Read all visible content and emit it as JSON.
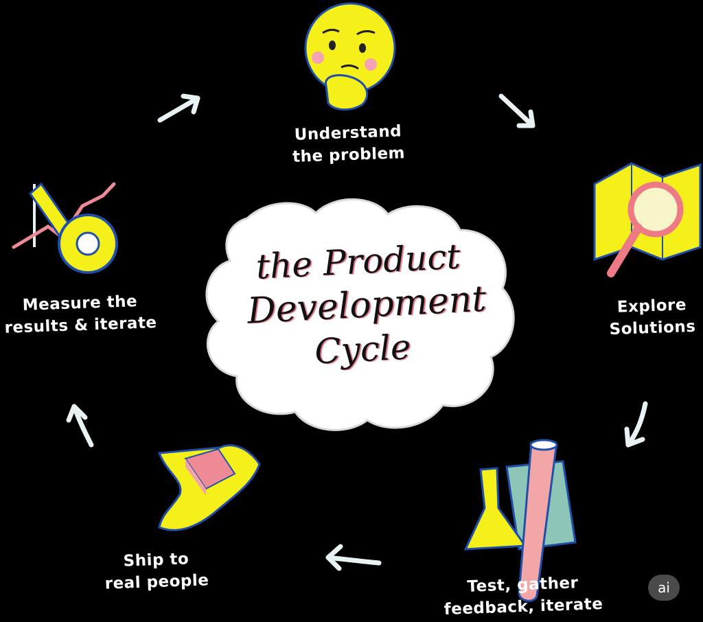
{
  "title": {
    "line1": "the Product",
    "line2": "Development",
    "line3": "Cycle"
  },
  "steps": [
    {
      "line1": "Understand",
      "line2": "the problem",
      "icon": "thinking-face-icon"
    },
    {
      "line1": "Explore",
      "line2": "Solutions",
      "icon": "map-magnifier-icon"
    },
    {
      "line1": "Test, gather",
      "line2": "feedback, iterate",
      "icon": "lab-flask-icon"
    },
    {
      "line1": "Ship to",
      "line2": "real people",
      "icon": "hand-box-icon"
    },
    {
      "line1": "Measure the",
      "line2": "results & iterate",
      "icon": "tape-measure-chart-icon"
    }
  ],
  "badge": {
    "label": "ai"
  },
  "colors": {
    "background": "#000000",
    "accent_yellow": "#f5f01a",
    "accent_pink": "#f2a6a8",
    "arrow": "#e8f2f4",
    "cloud": "#ffffff"
  }
}
